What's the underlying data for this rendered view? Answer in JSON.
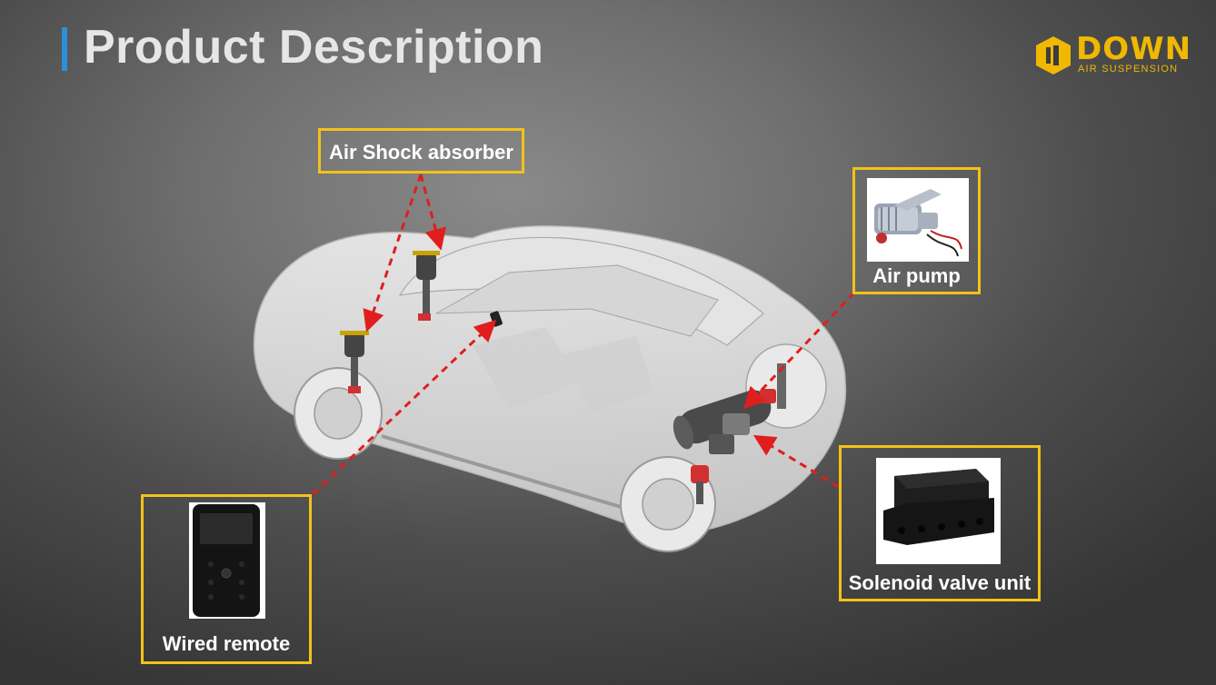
{
  "header": {
    "title": "Product Description"
  },
  "brand": {
    "name": "DOWN",
    "tagline": "AIR SUSPENSION",
    "accent_color": "#f2c21a"
  },
  "callouts": {
    "shock": "Air Shock absorber",
    "pump": "Air pump",
    "remote": "Wired remote",
    "valve": "Solenoid valve unit"
  },
  "icons": {
    "car": "transparent-car-illustration",
    "pump": "air-pump-photo",
    "remote": "wired-remote-photo",
    "valve": "solenoid-valve-block-photo"
  }
}
